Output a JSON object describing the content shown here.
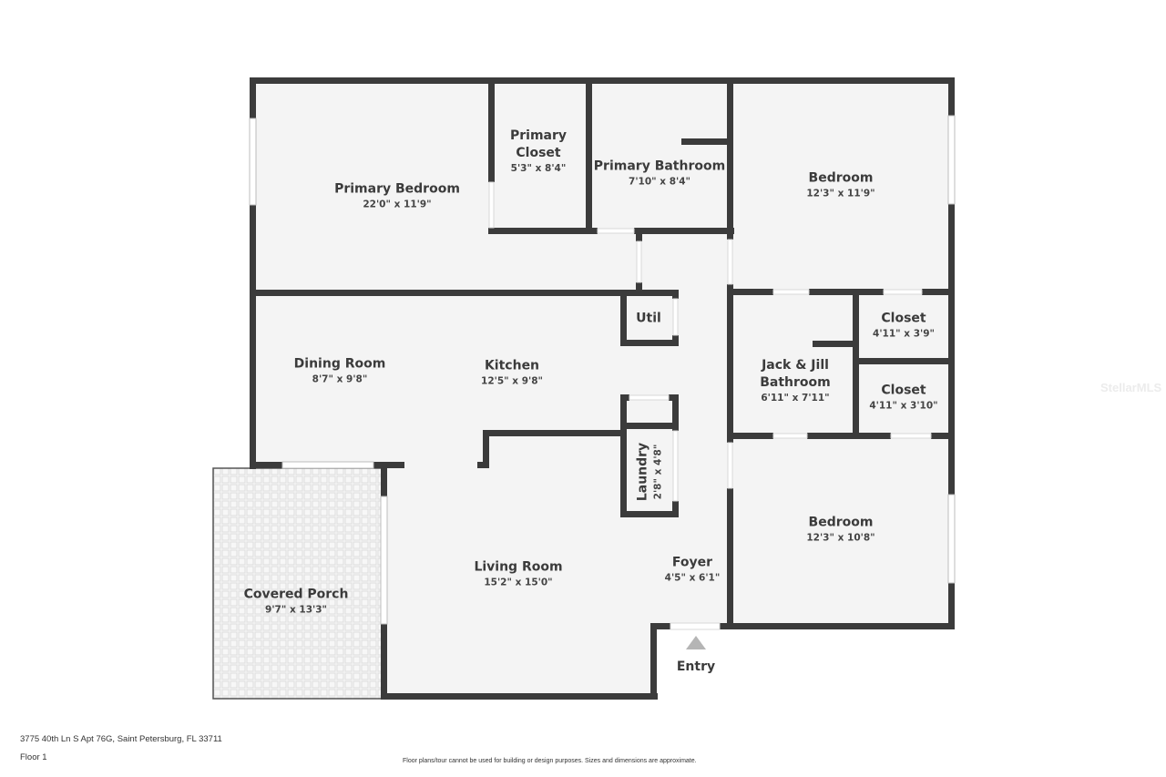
{
  "floorplan": {
    "rooms": [
      {
        "name": "Primary Bedroom",
        "dims": "22'0\" x 11'9\""
      },
      {
        "name": "Primary Closet",
        "dims": "5'3\" x 8'4\""
      },
      {
        "name": "Primary Bathroom",
        "dims": "7'10\" x 8'4\""
      },
      {
        "name": "Bedroom",
        "dims": "12'3\" x 11'9\""
      },
      {
        "name": "Util",
        "dims": ""
      },
      {
        "name": "Closet",
        "dims": "4'11\" x 3'9\""
      },
      {
        "name": "Dining Room",
        "dims": "8'7\" x 9'8\""
      },
      {
        "name": "Kitchen",
        "dims": "12'5\" x 9'8\""
      },
      {
        "name": "Jack & Jill Bathroom",
        "dims": "6'11\" x 7'11\""
      },
      {
        "name": "Closet",
        "dims": "4'11\" x 3'10\""
      },
      {
        "name": "Laundry",
        "dims": "2'8\" x 4'8\""
      },
      {
        "name": "Bedroom",
        "dims": "12'3\" x 10'8\""
      },
      {
        "name": "Covered Porch",
        "dims": "9'7\" x 13'3\""
      },
      {
        "name": "Living Room",
        "dims": "15'2\" x 15'0\""
      },
      {
        "name": "Foyer",
        "dims": "4'5\" x 6'1\""
      }
    ],
    "primary_closet_line1": "Primary",
    "primary_closet_line2": "Closet",
    "jack_jill_line1": "Jack & Jill",
    "jack_jill_line2": "Bathroom",
    "entry_label": "Entry",
    "entry_icon": "triangle-up-arrow"
  },
  "footer": {
    "address": "3775 40th Ln S Apt 76G, Saint Petersburg, FL 33711",
    "floor": "Floor 1",
    "disclaimer": "Floor plans/tour cannot be used for building or design purposes. Sizes and dimensions are approximate."
  },
  "watermark": "StellarMLS",
  "colors": {
    "wall": "#3b3b3b",
    "floor": "#f4f4f4",
    "entry_arrow": "#b5b5b5"
  }
}
